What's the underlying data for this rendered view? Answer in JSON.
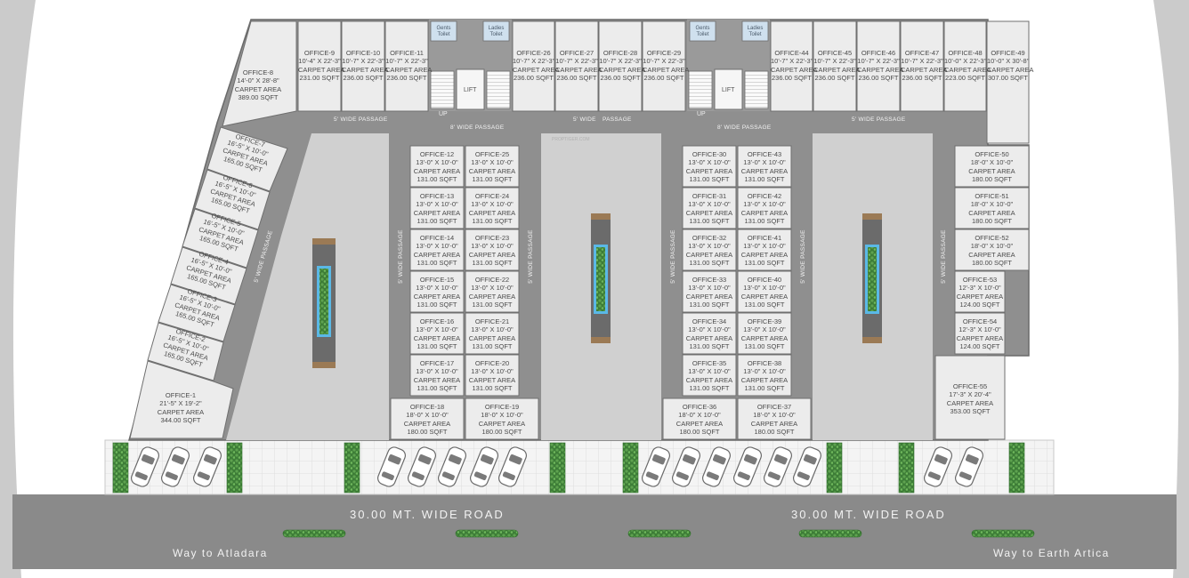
{
  "road": {
    "label_left": "30.00 MT. WIDE ROAD",
    "label_right": "30.00 MT. WIDE ROAD",
    "way_left": "Way to Atladara",
    "way_right": "Way to Earth Artica"
  },
  "passages": {
    "top_left": "5' WIDE PASSAGE",
    "top_mid_a": "8' WIDE PASSAGE",
    "top_mid_b": "5' WIDE",
    "top_mid_c": "PASSAGE",
    "top_right_a": "8' WIDE PASSAGE",
    "top_right_b": "5' WIDE PASSAGE",
    "vertical": "5' WIDE PASSAGE"
  },
  "core": {
    "gents": [
      "Gents",
      "Toilet"
    ],
    "ladies": [
      "Ladies",
      "Toilet"
    ],
    "lift": "LIFT",
    "up": "UP"
  },
  "offices": {
    "o1": [
      "OFFICE-1",
      "21'-5\" X 19'-2\"",
      "CARPET AREA",
      "344.00 SQFT"
    ],
    "o2": [
      "OFFICE-2",
      "16'-5\" X 10'-0\"",
      "CARPET AREA",
      "165.00 SQFT"
    ],
    "o3": [
      "OFFICE-3",
      "16'-5\" X 10'-0\"",
      "CARPET AREA",
      "165.00 SQFT"
    ],
    "o4": [
      "OFFICE-4",
      "16'-5\" X 10'-0\"",
      "CARPET AREA",
      "165.00 SQFT"
    ],
    "o5": [
      "OFFICE-5",
      "16'-5\" X 10'-0\"",
      "CARPET AREA",
      "165.00 SQFT"
    ],
    "o6": [
      "OFFICE-6",
      "16'-5\" X 10'-0\"",
      "CARPET AREA",
      "165.00 SQFT"
    ],
    "o7": [
      "OFFICE-7",
      "16'-5\" X 10'-0\"",
      "CARPET AREA",
      "165.00 SQFT"
    ],
    "o8": [
      "OFFICE-8",
      "14'-0\" X 28'-8\"",
      "CARPET AREA",
      "389.00 SQFT"
    ],
    "o9": [
      "OFFICE-9",
      "10'-4\" X 22'-3\"",
      "CARPET AREA",
      "231.00 SQFT"
    ],
    "o10": [
      "OFFICE-10",
      "10'-7\" X 22'-3\"",
      "CARPET AREA",
      "236.00 SQFT"
    ],
    "o11": [
      "OFFICE-11",
      "10'-7\" X 22'-3\"",
      "CARPET AREA",
      "236.00 SQFT"
    ],
    "o12": [
      "OFFICE-12",
      "13'-0\" X 10'-0\"",
      "CARPET AREA",
      "131.00 SQFT"
    ],
    "o13": [
      "OFFICE-13",
      "13'-0\" X 10'-0\"",
      "CARPET AREA",
      "131.00 SQFT"
    ],
    "o14": [
      "OFFICE-14",
      "13'-0\" X 10'-0\"",
      "CARPET AREA",
      "131.00 SQFT"
    ],
    "o15": [
      "OFFICE-15",
      "13'-0\" X 10'-0\"",
      "CARPET AREA",
      "131.00 SQFT"
    ],
    "o16": [
      "OFFICE-16",
      "13'-0\" X 10'-0\"",
      "CARPET AREA",
      "131.00 SQFT"
    ],
    "o17": [
      "OFFICE-17",
      "13'-0\" X 10'-0\"",
      "CARPET AREA",
      "131.00 SQFT"
    ],
    "o18": [
      "OFFICE-18",
      "18'-0\" X 10'-0\"",
      "CARPET AREA",
      "180.00 SQFT"
    ],
    "o19": [
      "OFFICE-19",
      "18'-0\" X 10'-0\"",
      "CARPET AREA",
      "180.00 SQFT"
    ],
    "o20": [
      "OFFICE-20",
      "13'-0\" X 10'-0\"",
      "CARPET AREA",
      "131.00 SQFT"
    ],
    "o21": [
      "OFFICE-21",
      "13'-0\" X 10'-0\"",
      "CARPET AREA",
      "131.00 SQFT"
    ],
    "o22": [
      "OFFICE-22",
      "13'-0\" X 10'-0\"",
      "CARPET AREA",
      "131.00 SQFT"
    ],
    "o23": [
      "OFFICE-23",
      "13'-0\" X 10'-0\"",
      "CARPET AREA",
      "131.00 SQFT"
    ],
    "o24": [
      "OFFICE-24",
      "13'-0\" X 10'-0\"",
      "CARPET AREA",
      "131.00 SQFT"
    ],
    "o25": [
      "OFFICE-25",
      "13'-0\" X 10'-0\"",
      "CARPET AREA",
      "131.00 SQFT"
    ],
    "o26": [
      "OFFICE-26",
      "10'-7\" X 22'-3\"",
      "CARPET AREA",
      "236.00 SQFT"
    ],
    "o27": [
      "OFFICE-27",
      "10'-7\" X 22'-3\"",
      "CARPET AREA",
      "236.00 SQFT"
    ],
    "o28": [
      "OFFICE-28",
      "10'-7\" X 22'-3\"",
      "CARPET AREA",
      "236.00 SQFT"
    ],
    "o29": [
      "OFFICE-29",
      "10'-7\" X 22'-3\"",
      "CARPET AREA",
      "236.00 SQFT"
    ],
    "o30": [
      "OFFICE-30",
      "13'-0\" X 10'-0\"",
      "CARPET AREA",
      "131.00 SQFT"
    ],
    "o31": [
      "OFFICE-31",
      "13'-0\" X 10'-0\"",
      "CARPET AREA",
      "131.00 SQFT"
    ],
    "o32": [
      "OFFICE-32",
      "13'-0\" X 10'-0\"",
      "CARPET AREA",
      "131.00 SQFT"
    ],
    "o33": [
      "OFFICE-33",
      "13'-0\" X 10'-0\"",
      "CARPET AREA",
      "131.00 SQFT"
    ],
    "o34": [
      "OFFICE-34",
      "13'-0\" X 10'-0\"",
      "CARPET AREA",
      "131.00 SQFT"
    ],
    "o35": [
      "OFFICE-35",
      "13'-0\" X 10'-0\"",
      "CARPET AREA",
      "131.00 SQFT"
    ],
    "o36": [
      "OFFICE-36",
      "18'-0\" X 10'-0\"",
      "CARPET AREA",
      "180.00 SQFT"
    ],
    "o37": [
      "OFFICE-37",
      "18'-0\" X 10'-0\"",
      "CARPET AREA",
      "180.00 SQFT"
    ],
    "o38": [
      "OFFICE-38",
      "13'-0\" X 10'-0\"",
      "CARPET AREA",
      "131.00 SQFT"
    ],
    "o39": [
      "OFFICE-39",
      "13'-0\" X 10'-0\"",
      "CARPET AREA",
      "131.00 SQFT"
    ],
    "o40": [
      "OFFICE-40",
      "13'-0\" X 10'-0\"",
      "CARPET AREA",
      "131.00 SQFT"
    ],
    "o41": [
      "OFFICE-41",
      "13'-0\" X 10'-0\"",
      "CARPET AREA",
      "131.00 SQFT"
    ],
    "o42": [
      "OFFICE-42",
      "13'-0\" X 10'-0\"",
      "CARPET AREA",
      "131.00 SQFT"
    ],
    "o43": [
      "OFFICE-43",
      "13'-0\" X 10'-0\"",
      "CARPET AREA",
      "131.00 SQFT"
    ],
    "o44": [
      "OFFICE-44",
      "10'-7\" X 22'-3\"",
      "CARPET AREA",
      "236.00 SQFT"
    ],
    "o45": [
      "OFFICE-45",
      "10'-7\" X 22'-3\"",
      "CARPET AREA",
      "236.00 SQFT"
    ],
    "o46": [
      "OFFICE-46",
      "10'-7\" X 22'-3\"",
      "CARPET AREA",
      "236.00 SQFT"
    ],
    "o47": [
      "OFFICE-47",
      "10'-7\" X 22'-3\"",
      "CARPET AREA",
      "236.00 SQFT"
    ],
    "o48": [
      "OFFICE-48",
      "10'-0\" X 22'-3\"",
      "CARPET AREA",
      "223.00 SQFT"
    ],
    "o49": [
      "OFFICE-49",
      "10'-0\" X 30'-8\"",
      "CARPET AREA",
      "307.00 SQFT"
    ],
    "o50": [
      "OFFICE-50",
      "18'-0\" X 10'-0\"",
      "CARPET AREA",
      "180.00 SQFT"
    ],
    "o51": [
      "OFFICE-51",
      "18'-0\" X 10'-0\"",
      "CARPET AREA",
      "180.00 SQFT"
    ],
    "o52": [
      "OFFICE-52",
      "18'-0\" X 10'-0\"",
      "CARPET AREA",
      "180.00 SQFT"
    ],
    "o53": [
      "OFFICE-53",
      "12'-3\" X 10'-0\"",
      "CARPET AREA",
      "124.00 SQFT"
    ],
    "o54": [
      "OFFICE-54",
      "12'-3\" X 10'-0\"",
      "CARPET AREA",
      "124.00 SQFT"
    ],
    "o55": [
      "OFFICE-55",
      "17'-3\" X 20'-4\"",
      "CARPET AREA",
      "353.00 SQFT"
    ]
  },
  "colors": {
    "corridor": "#8f8f8f",
    "office_fill": "#e9e9e9",
    "office_border": "#6f6f6f",
    "courtyard": "#cfcfcf",
    "road": "#8a8a8a",
    "planter_green": "#3f8a3a",
    "water_blue": "#5ab8e6",
    "parking_bg": "#f3f3f3"
  }
}
